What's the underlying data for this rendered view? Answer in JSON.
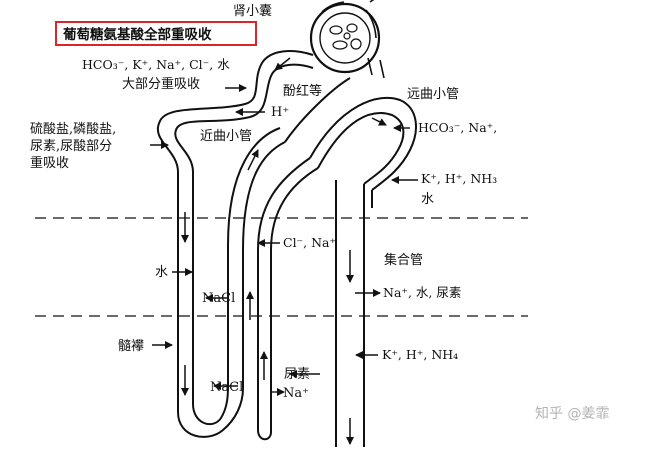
{
  "labels": {
    "highlight": "葡萄糖氨基酸全部重吸收",
    "glomerulus": "肾小囊",
    "pct_line1": "HCO₃⁻, K⁺, Na⁺, Cl⁻, 水",
    "pct_line2": "大部分重吸收",
    "phenol_red": "酚红等",
    "h_plus": "H⁺",
    "pct": "近曲小管",
    "sulfate_line1": "硫酸盐,磷酸盐,",
    "sulfate_line2": "尿素,尿酸部分",
    "sulfate_line3": "重吸收",
    "dct": "远曲小管",
    "dct_hco3": "HCO₃⁻, Na⁺,",
    "dct_secrete": "K⁺, H⁺, NH₃",
    "dct_water": "水",
    "asc_cl": "Cl⁻, Na⁺",
    "collecting": "集合管",
    "water": "水",
    "nacl_outer": "NaCl",
    "cd_reabs": "Na⁺, 水, 尿素",
    "medulla": "髓襻",
    "cd_secrete": "K⁺, H⁺, NH₄",
    "nacl_inner": "NaCl",
    "urea": "尿素",
    "na_plus": "Na⁺"
  },
  "watermark": "知乎 @姜霏",
  "colors": {
    "highlight_box": "#d9262b",
    "line": "#111111",
    "watermark": "#b4b4b4"
  }
}
